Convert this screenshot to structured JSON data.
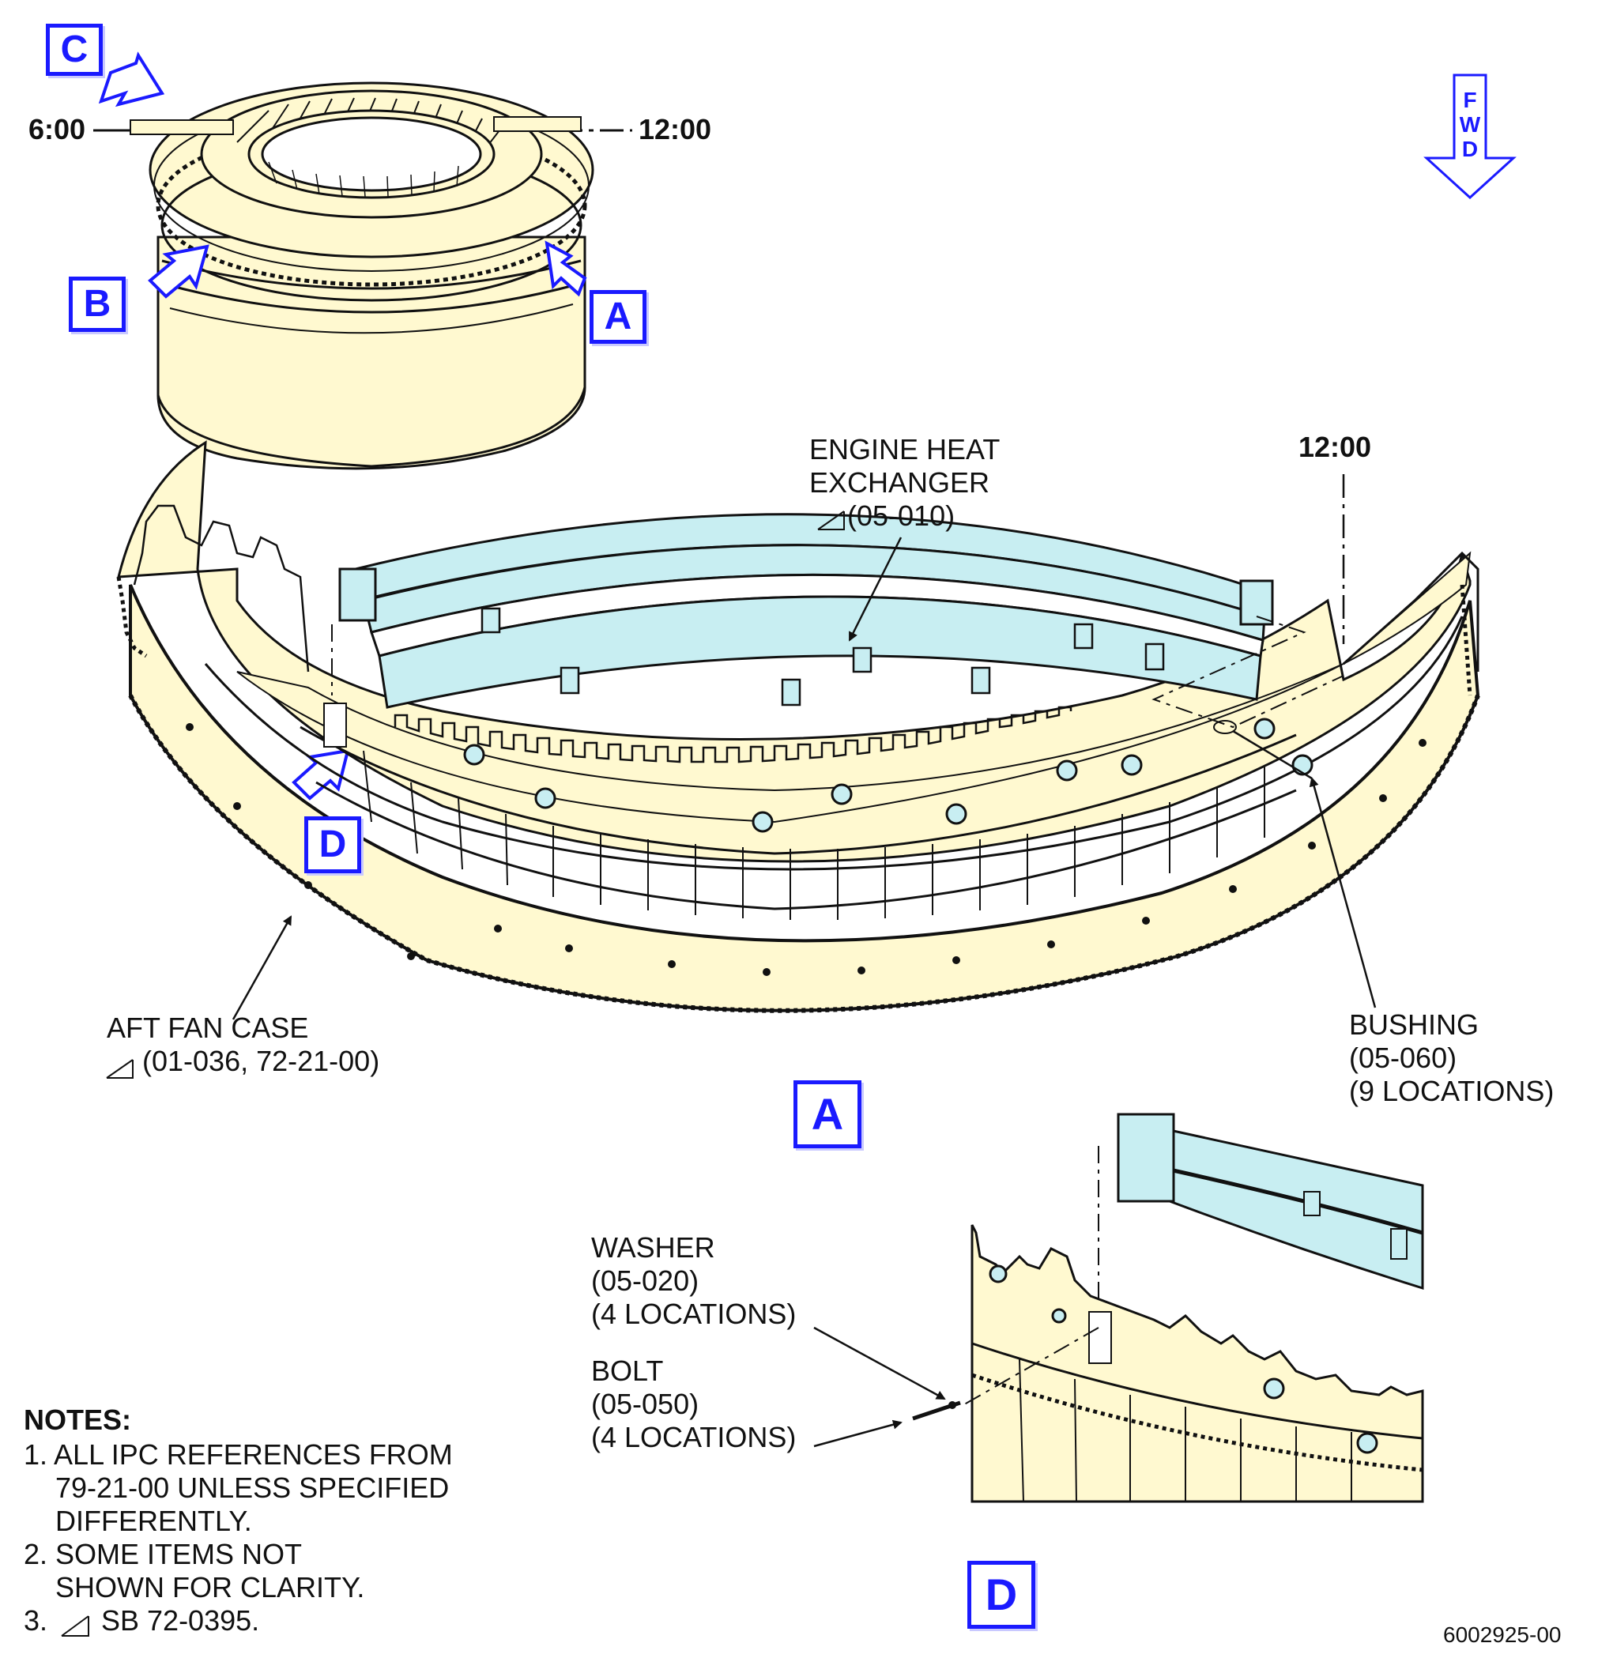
{
  "overview": {
    "clock_left": "6:00",
    "clock_right": "12:00"
  },
  "view_markers": {
    "a_top": "A",
    "b_top": "B",
    "c_top": "C",
    "d_main": "D",
    "a_title": "A",
    "d_title": "D"
  },
  "fwd_arrow": {
    "letters": [
      "F",
      "W",
      "D"
    ]
  },
  "view_a": {
    "clock": "12:00",
    "heat_exchanger": {
      "line1": "ENGINE HEAT",
      "line2": "EXCHANGER",
      "ref": "(05-010)"
    },
    "aft_fan_case": {
      "line1": "AFT FAN CASE",
      "ref": "(01-036, 72-21-00)"
    },
    "bushing": {
      "line1": "BUSHING",
      "ref": "(05-060)",
      "qty": "(9 LOCATIONS)"
    }
  },
  "view_d": {
    "washer": {
      "line1": "WASHER",
      "ref": "(05-020)",
      "qty": "(4 LOCATIONS)"
    },
    "bolt": {
      "line1": "BOLT",
      "ref": "(05-050)",
      "qty": "(4 LOCATIONS)"
    }
  },
  "notes": {
    "title": "NOTES:",
    "n1a": "1. ALL IPC REFERENCES FROM",
    "n1b": "    79-21-00 UNLESS SPECIFIED",
    "n1c": "    DIFFERENTLY.",
    "n2a": "2. SOME ITEMS NOT",
    "n2b": "    SHOWN FOR CLARITY.",
    "n3": "SB 72-0395.",
    "n3_prefix": "3."
  },
  "drawing_number": "6002925-00",
  "colors": {
    "case_fill": "#fff9d0",
    "exchanger_fill": "#c8eef2",
    "callout_blue": "#1a1aff",
    "line": "#111111"
  }
}
